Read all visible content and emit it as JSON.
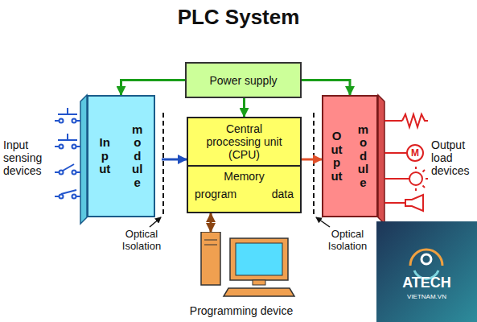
{
  "diagram": {
    "title": "PLC System",
    "nodes": [
      {
        "text": [
          "Power supply"
        ]
      },
      {
        "text": [
          "Input",
          "module"
        ]
      },
      {
        "text": [
          "Central processing unit (CPU)"
        ]
      },
      {
        "text": [
          "Memory",
          "program",
          "data"
        ],
        "in": 2
      },
      {
        "text": [
          "Output",
          "module"
        ]
      },
      {
        "text": [
          "Programming device"
        ]
      }
    ],
    "edges": [
      {
        "from": 0,
        "to": 1,
        "arrow": "to"
      },
      {
        "from": 0,
        "to": 2,
        "arrow": "to"
      },
      {
        "from": 0,
        "to": 4,
        "arrow": "to"
      },
      {
        "from": 1,
        "to": 2,
        "arrow": "to"
      },
      {
        "from": 2,
        "to": 4,
        "arrow": "to"
      },
      {
        "from": 2,
        "to": 5,
        "arrow": "both"
      }
    ],
    "labels": [
      "Input sensing devices",
      "Optical Isolation",
      "Optical Isolation",
      "Output load devices",
      "M",
      "ATECH",
      "VIETNAM.VN"
    ]
  }
}
